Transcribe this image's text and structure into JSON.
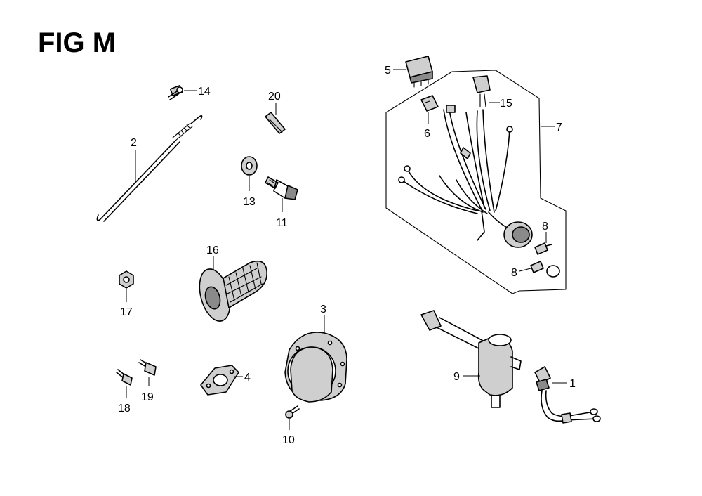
{
  "title": "FIG M",
  "callouts": {
    "c1": "1",
    "c2": "2",
    "c3": "3",
    "c4": "4",
    "c5": "5",
    "c6": "6",
    "c7": "7",
    "c8a": "8",
    "c8b": "8",
    "c9": "9",
    "c10": "10",
    "c11": "11",
    "c13": "13",
    "c14": "14",
    "c15": "15",
    "c16": "16",
    "c17": "17",
    "c18": "18",
    "c19": "19",
    "c20": "20"
  }
}
